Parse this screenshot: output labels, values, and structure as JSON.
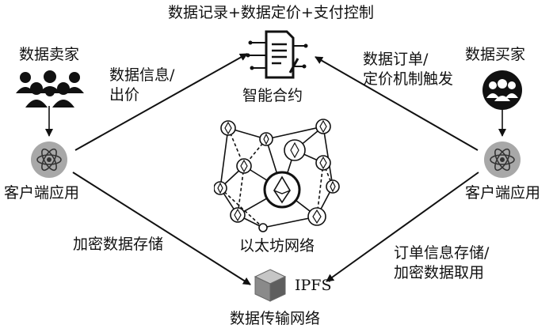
{
  "top_caption": "数据记录+数据定价+支付控制",
  "smart_contract": {
    "label": "智能合约",
    "icon": "contract-gear-icon"
  },
  "seller": {
    "title": "数据卖家",
    "icon": "crowd-icon"
  },
  "buyer": {
    "title": "数据买家",
    "icon": "group-in-circle-icon"
  },
  "client_left": {
    "label": "客户端应用",
    "icon": "atom-icon"
  },
  "client_right": {
    "label": "客户端应用",
    "icon": "atom-icon"
  },
  "edge_seller_to_contract": [
    "数据信息/",
    "出价"
  ],
  "edge_buyer_to_contract": [
    "数据订单/",
    "定价机制触发"
  ],
  "ethereum": {
    "label": "以太坊网络",
    "icon": "ethereum-icon"
  },
  "edge_seller_to_ipfs": "加密数据存储",
  "edge_buyer_to_ipfs": [
    "订单信息存储/",
    "加密数据取用"
  ],
  "ipfs": {
    "label": "IPFS",
    "icon": "cube-icon"
  },
  "network_label": "数据传输网络"
}
